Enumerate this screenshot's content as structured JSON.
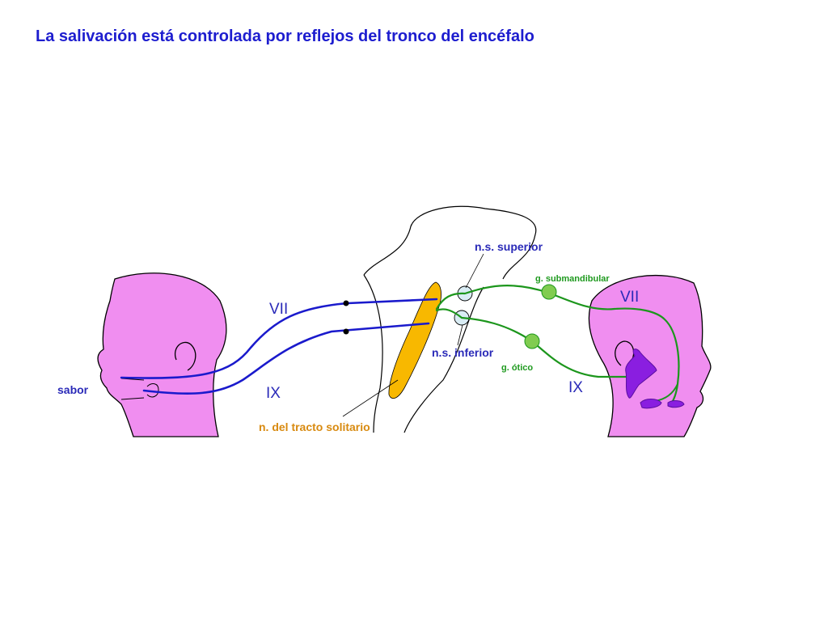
{
  "title": "La salivación está controlada por reflejos del tronco del encéfalo",
  "labels": {
    "vii_left": "VII",
    "ix_left": "IX",
    "sabor": "sabor",
    "ns_superior": "n.s. superior",
    "ns_inferior": "n.s. inferior",
    "g_submandibular": "g. submandibular",
    "g_otico": "g. ótico",
    "vii_right": "VII",
    "ix_right": "IX",
    "tracto_solitario": "n. del tracto solitario"
  },
  "colors": {
    "skin": "#f08ef0",
    "afferent_nerve": "#1a1acc",
    "efferent_nerve": "#1c961c",
    "ganglion": "#80cc50",
    "solitary_nucleus": "#f8b800",
    "salivatory_nucleus": "#d9ecf4",
    "salivary_gland": "#8a1ee0",
    "title": "#1d1dcf"
  }
}
